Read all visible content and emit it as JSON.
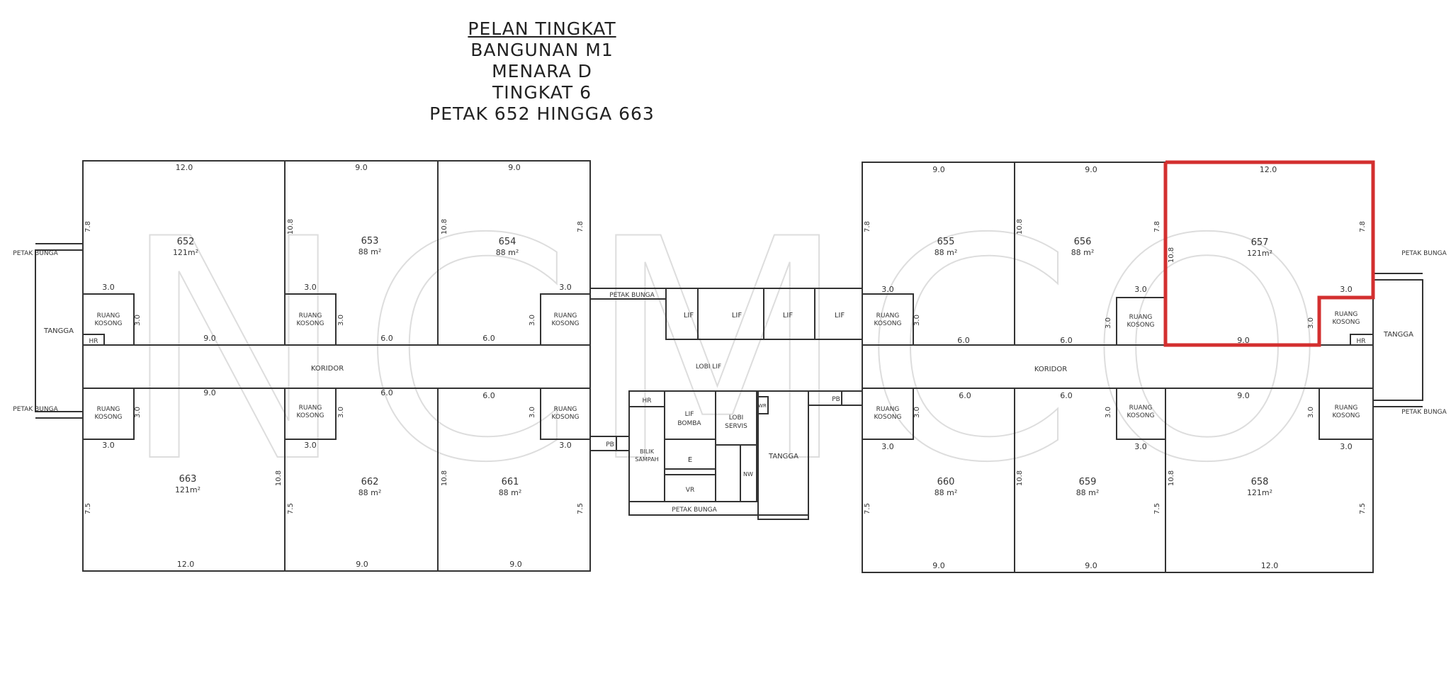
{
  "header": {
    "title": "PELAN TINGKAT",
    "line1": "BANGUNAN M1",
    "line2": "MENARA D",
    "line3": "TINGKAT 6",
    "line4": "PETAK 652 HINGGA 663"
  },
  "units": {
    "u652": {
      "id": "652",
      "area": "121m²"
    },
    "u653": {
      "id": "653",
      "area": "88 m²"
    },
    "u654": {
      "id": "654",
      "area": "88 m²"
    },
    "u655": {
      "id": "655",
      "area": "88 m²"
    },
    "u656": {
      "id": "656",
      "area": "88 m²"
    },
    "u657": {
      "id": "657",
      "area": "121m²"
    },
    "u658": {
      "id": "658",
      "area": "121m²"
    },
    "u659": {
      "id": "659",
      "area": "88 m²"
    },
    "u660": {
      "id": "660",
      "area": "88 m²"
    },
    "u661": {
      "id": "661",
      "area": "88 m²"
    },
    "u662": {
      "id": "662",
      "area": "88 m²"
    },
    "u663": {
      "id": "663",
      "area": "121m²"
    }
  },
  "labels": {
    "ruang_kosong": [
      "RUANG",
      "KOSONG"
    ],
    "tangga": "TANGGA",
    "koridor": "KORIDOR",
    "petak_bunga": "PETAK BUNGA",
    "petak_bunga_caps": "PETAK BUNGA",
    "hr": "HR",
    "lif": "LIF",
    "lobi_lif": "LOBI LIF",
    "lif_bomba": [
      "LIF",
      "BOMBA"
    ],
    "lobi_servis": [
      "LOBI",
      "SERVIS"
    ],
    "bilik_sampah": [
      "BILIK",
      "SAMPAH"
    ],
    "e": "E",
    "vr": "VR",
    "pb": "PB",
    "wr": "WR",
    "nw": "NW"
  },
  "dims": {
    "d12": "12.0",
    "d9": "9.0",
    "d6": "6.0",
    "d3": "3.0",
    "d78": "7.8",
    "d108": "10.8",
    "d75": "7.5"
  },
  "watermark": "NCMCO",
  "highlight_unit": "657",
  "colors": {
    "line": "#333333",
    "highlight": "#d32f2f",
    "watermark": "#e4e4e4"
  }
}
